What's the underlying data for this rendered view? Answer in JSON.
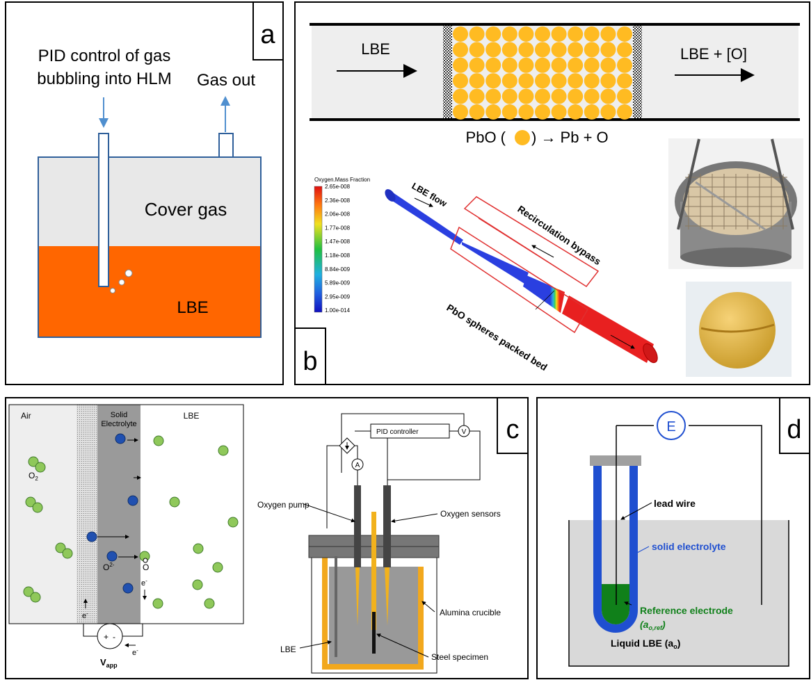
{
  "panel_a": {
    "letter": "a",
    "pid_label_line1": "PID control of gas",
    "pid_label_line2": "bubbling into HLM",
    "gas_out_label": "Gas out",
    "cover_gas_label": "Cover gas",
    "lbe_label": "LBE",
    "colors": {
      "lbe": "#ff6600",
      "cover_gas": "#e8e8e8",
      "vessel": "#2f5f9a",
      "arrow": "#4f8fcf"
    }
  },
  "panel_b": {
    "letter": "b",
    "inlet_label": "LBE",
    "outlet_label": "LBE + [O]",
    "reaction_prefix": "PbO (",
    "reaction_suffix": ") → Pb + O",
    "colorbar_title": "Oxygen.Mass Fraction",
    "colorbar_ticks": [
      "2.65e-008",
      "2.36e-008",
      "2.06e-008",
      "1.77e-008",
      "1.47e-008",
      "1.18e-008",
      "8.84e-009",
      "5.89e-009",
      "2.95e-009",
      "1.00e-014"
    ],
    "flow_label": "LBE flow",
    "bypass_label": "Recirculation bypass",
    "bed_label": "PbO spheres packed bed",
    "colors": {
      "sphere": "#ffbb22",
      "tube": "#eeeeee"
    }
  },
  "panel_c": {
    "letter": "c",
    "air_label": "Air",
    "electrolyte_label_line1": "Solid",
    "electrolyte_label_line2": "Electrolyte",
    "lbe_label": "LBE",
    "o2_label": "O",
    "o2_sub": "2",
    "o2minus_label": "O",
    "o2minus_sup": "2-",
    "o_label": "O",
    "electron_label": "e",
    "electron_sup": "-",
    "vapp_label": "V",
    "vapp_sub": "app",
    "pid_controller_label": "PID controller",
    "ammeter_label": "A",
    "voltmeter_label": "V",
    "oxygen_pump_label": "Oxygen pump",
    "oxygen_sensors_label": "Oxygen sensors",
    "alumina_label": "Alumina crucible",
    "lbe_crucible_label": "LBE",
    "steel_label": "Steel specimen"
  },
  "panel_d": {
    "letter": "d",
    "meter_label": "E",
    "lead_wire_label": "lead wire",
    "electrolyte_label": "solid electrolyte",
    "ref_label": "Reference electrode",
    "ref_activity": "(a",
    "ref_activity_sub": "o,ref",
    "ref_activity_close": ")",
    "liquid_label": "Liquid LBE (a",
    "liquid_sub": "o",
    "liquid_close": ")",
    "colors": {
      "electrolyte": "#1f4fd0",
      "reference": "#10801a",
      "lbe": "#d9d9d9"
    }
  }
}
